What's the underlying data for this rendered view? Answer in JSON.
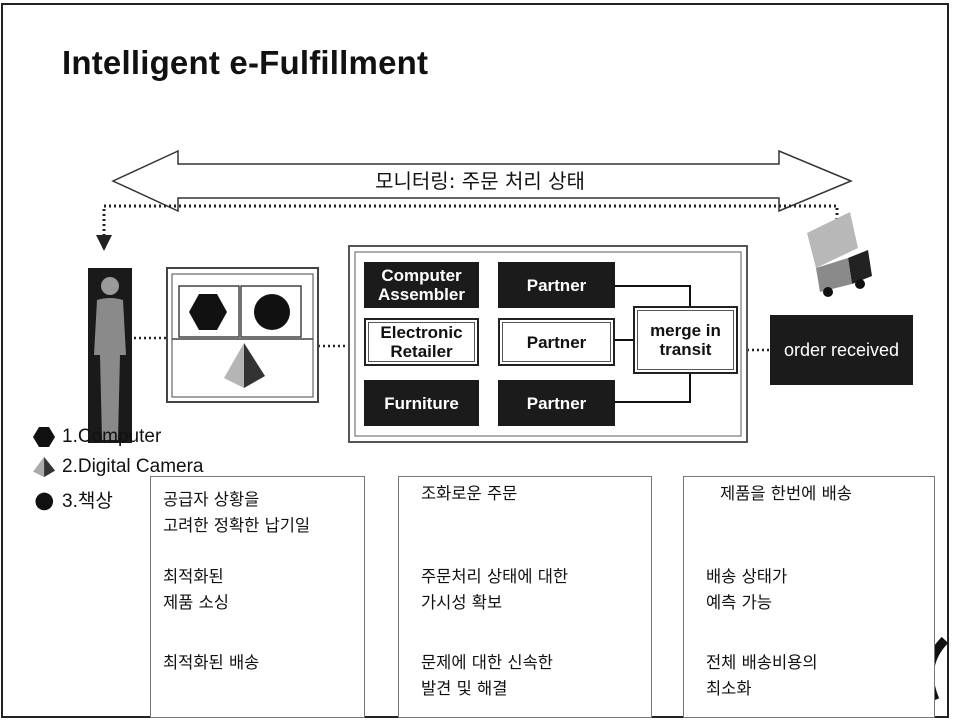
{
  "title": "Intelligent e-Fulfillment",
  "monitoring_label": "모니터링: 주문 처리 상태",
  "supply_box": {
    "rows": [
      {
        "source": "Computer Assembler",
        "partner": "Partner"
      },
      {
        "source": "Electronic Retailer",
        "partner": "Partner"
      },
      {
        "source": "Furniture",
        "partner": "Partner"
      }
    ],
    "merge_label": "merge in transit"
  },
  "order_label": "order received",
  "legend": [
    {
      "icon": "hexagon-icon",
      "label": "1.Computer"
    },
    {
      "icon": "pyramid-icon",
      "label": "2.Digital Camera"
    },
    {
      "icon": "circle-icon",
      "label": "3.책상"
    }
  ],
  "panels": [
    {
      "lines": [
        "공급자 상황을",
        "고려한 정확한 납기일",
        "최적화된",
        "제품 소싱",
        "최적화된 배송"
      ]
    },
    {
      "lines": [
        "조화로운 주문",
        "주문처리 상태에 대한",
        "가시성 확보",
        "문제에 대한 신속한",
        "발견 및 해결"
      ]
    },
    {
      "lines": [
        "제품을 한번에 배송",
        "배송 상태가",
        "예측 가능",
        "전체 배송비용의",
        "최소화"
      ]
    }
  ],
  "colors": {
    "dark_box": "#1b1b1b",
    "background": "#ffffff"
  }
}
